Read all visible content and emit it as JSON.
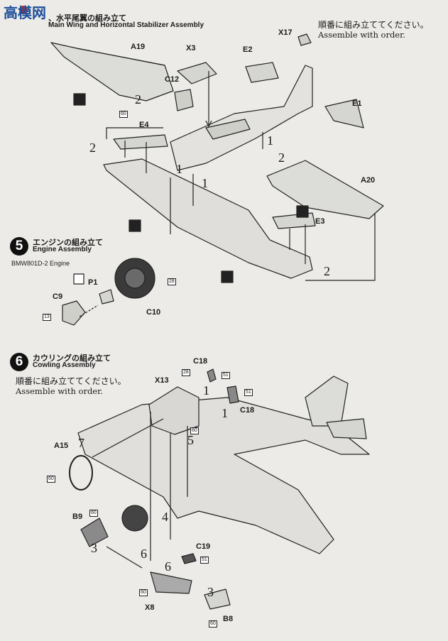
{
  "step4": {
    "title_jp": "、水平尾翼の組み立て",
    "title_en": "Main Wing and Horizontal Stabilizer Assembly",
    "note_jp": "順番に組み立ててください。",
    "note_en": "Assemble with order.",
    "parts": [
      "X17",
      "A19",
      "X3",
      "E2",
      "C12",
      "E1",
      "E4",
      "A20",
      "E3"
    ],
    "order_numbers": [
      "1",
      "1",
      "1",
      "2",
      "2",
      "2",
      "2"
    ],
    "badge": "60"
  },
  "step5": {
    "number": "5",
    "title_jp": "エンジンの組み立て",
    "title_en": "Engine Assembly",
    "sub": "BMW801D-2 Engine",
    "parts": [
      "P1",
      "C9",
      "C10"
    ],
    "badges": [
      "28",
      "13"
    ]
  },
  "step6": {
    "number": "6",
    "title_jp": "カウリングの組み立て",
    "title_en": "Cowling Assembly",
    "note_jp": "順番に組み立ててください。",
    "note_en": "Assemble with order.",
    "parts": [
      "C18",
      "X13",
      "C18",
      "A15",
      "B9",
      "C19",
      "X8",
      "B8"
    ],
    "order_numbers": [
      "1",
      "1",
      "5",
      "7",
      "4",
      "3",
      "6",
      "6",
      "3"
    ],
    "badges": [
      "28",
      "51",
      "51",
      "60",
      "60",
      "60",
      "51",
      "60",
      "60"
    ]
  },
  "logo": {
    "text": "高模网"
  }
}
